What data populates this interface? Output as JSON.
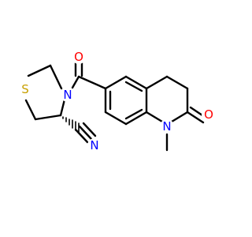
{
  "molecule": {
    "atoms": [
      {
        "name": "carbonyl-oxygen",
        "label": "O",
        "color": "#ff0000"
      },
      {
        "name": "thiazolidine-nitrogen",
        "label": "N",
        "color": "#0000ff"
      },
      {
        "name": "thiazolidine-sulfur",
        "label": "S",
        "color": "#c8a000"
      },
      {
        "name": "nitrile-nitrogen",
        "label": "N",
        "color": "#0000ff"
      },
      {
        "name": "lactam-oxygen",
        "label": "O",
        "color": "#ff0000"
      },
      {
        "name": "quinolinone-nitrogen",
        "label": "N",
        "color": "#0000ff"
      }
    ],
    "stereo_label": ""
  }
}
